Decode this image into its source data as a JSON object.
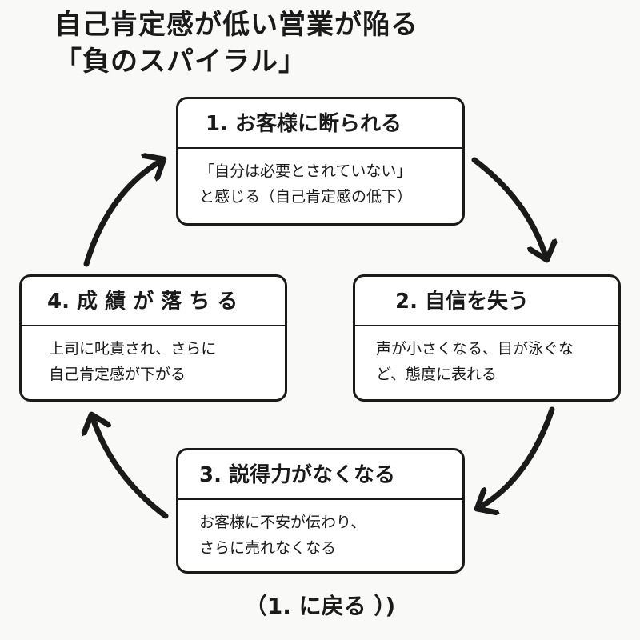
{
  "title": {
    "line1": "自己肯定感が低い営業が陥る",
    "line2": "「負のスパイラル」"
  },
  "steps": [
    {
      "heading": "1. お客様に断られる",
      "lines": [
        "「自分は必要とされていない」",
        "と感じる（自己肯定感の低下）"
      ]
    },
    {
      "heading": "2. 自信を失う",
      "lines": [
        "声が小さくなる、目が泳ぐな",
        "ど、態度に表れる"
      ]
    },
    {
      "heading": "3. 説得力がなくなる",
      "lines": [
        "お客様に不安が伝わり、",
        "さらに売れなくなる"
      ]
    },
    {
      "heading": "4. 成 績 が 落 ち る",
      "lines": [
        "上司に叱責され、さらに",
        "自己肯定感が下がる"
      ]
    }
  ],
  "footer": "（1. に戻る ）)",
  "colors": {
    "ink": "#1a1a1a",
    "background": "#f9f9f7",
    "box": "#ffffff"
  }
}
